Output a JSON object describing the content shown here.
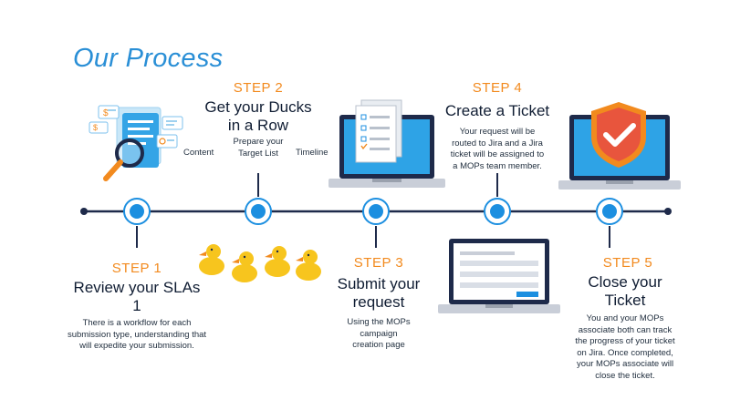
{
  "page": {
    "title": "Our Process"
  },
  "steps": [
    {
      "label": "STEP 1",
      "heading_line1": "Review your SLAs",
      "heading_line2": "1",
      "body_lines": [
        "There is a workflow for each",
        "submission type, understanding that",
        "will expedite your submission."
      ]
    },
    {
      "label": "STEP 2",
      "heading_line1": "Get your Ducks",
      "heading_line2": "in a Row",
      "sub_left": "Content",
      "sub_center_lines": [
        "Prepare your",
        "Target List"
      ],
      "sub_right": "Timeline"
    },
    {
      "label": "STEP 3",
      "heading_line1": "Submit your",
      "heading_line2": "request",
      "body_lines": [
        "Using the MOPs",
        "campaign",
        "creation page"
      ]
    },
    {
      "label": "STEP 4",
      "heading_line1": "Create a Ticket",
      "body_lines": [
        "Your request will be",
        "routed to Jira and a Jira",
        "ticket will be assigned to",
        "a MOPs team member."
      ]
    },
    {
      "label": "STEP 5",
      "heading_line1": "Close your",
      "heading_line2": "Ticket",
      "body_lines": [
        "You and your MOPs",
        "associate  both can track",
        "the progress  of your ticket",
        "on Jira. Once completed,",
        "your MOPs associate  will",
        "close the ticket."
      ]
    }
  ],
  "colors": {
    "title": "#2a8fd6",
    "step_label": "#f28a1e",
    "timeline": "#1e2a4a",
    "node_fill": "#1c8fe0",
    "node_ring": "#1c8fe0"
  },
  "icons": {
    "step1": "document-magnifier-icon",
    "step2": "ducks-icon",
    "step3": "laptop-form-icon",
    "step4": "laptop-checklist-icon",
    "step5": "laptop-shield-check-icon"
  }
}
